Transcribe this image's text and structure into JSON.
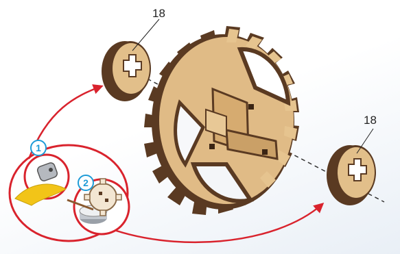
{
  "part_labels": {
    "top_washer": "18",
    "right_washer": "18"
  },
  "steps": [
    {
      "number": "1",
      "icon": "glue-tube-icon"
    },
    {
      "number": "2",
      "icon": "glue-brush-icon"
    }
  ],
  "colors": {
    "wood_light": "#e6c48f",
    "wood_mid": "#d3aa72",
    "wood_dark": "#5a3a22",
    "arrow_red": "#d9232d",
    "badge_blue": "#1d9bd7",
    "glue_yellow": "#f2c418"
  }
}
